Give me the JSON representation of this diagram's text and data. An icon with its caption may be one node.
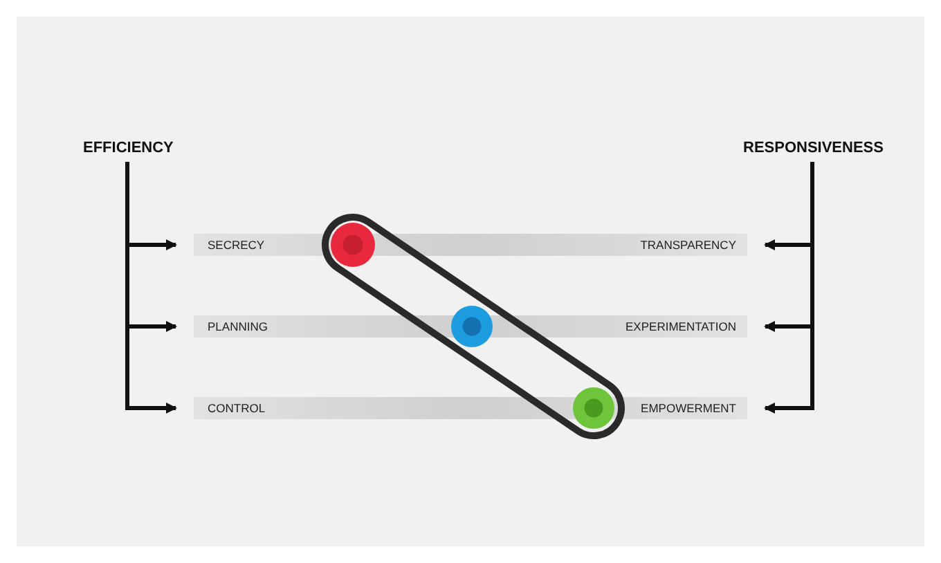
{
  "diagram": {
    "nodes": [
      {
        "text": [
          "EFFICIENCY"
        ]
      },
      {
        "text": [
          "RESPONSIVENESS"
        ]
      },
      {
        "text": [
          "SECRECY",
          "TRANSPARENCY"
        ]
      },
      {
        "text": [
          "PLANNING",
          "EXPERIMENTATION"
        ]
      },
      {
        "text": [
          "CONTROL",
          "EMPOWERMENT"
        ]
      }
    ],
    "edges": [
      {
        "from": 0,
        "to": 2,
        "arrow": "to"
      },
      {
        "from": 0,
        "to": 3,
        "arrow": "to"
      },
      {
        "from": 0,
        "to": 4,
        "arrow": "to"
      },
      {
        "from": 1,
        "to": 2,
        "arrow": "to"
      },
      {
        "from": 1,
        "to": 3,
        "arrow": "to"
      },
      {
        "from": 1,
        "to": 4,
        "arrow": "to"
      }
    ]
  }
}
